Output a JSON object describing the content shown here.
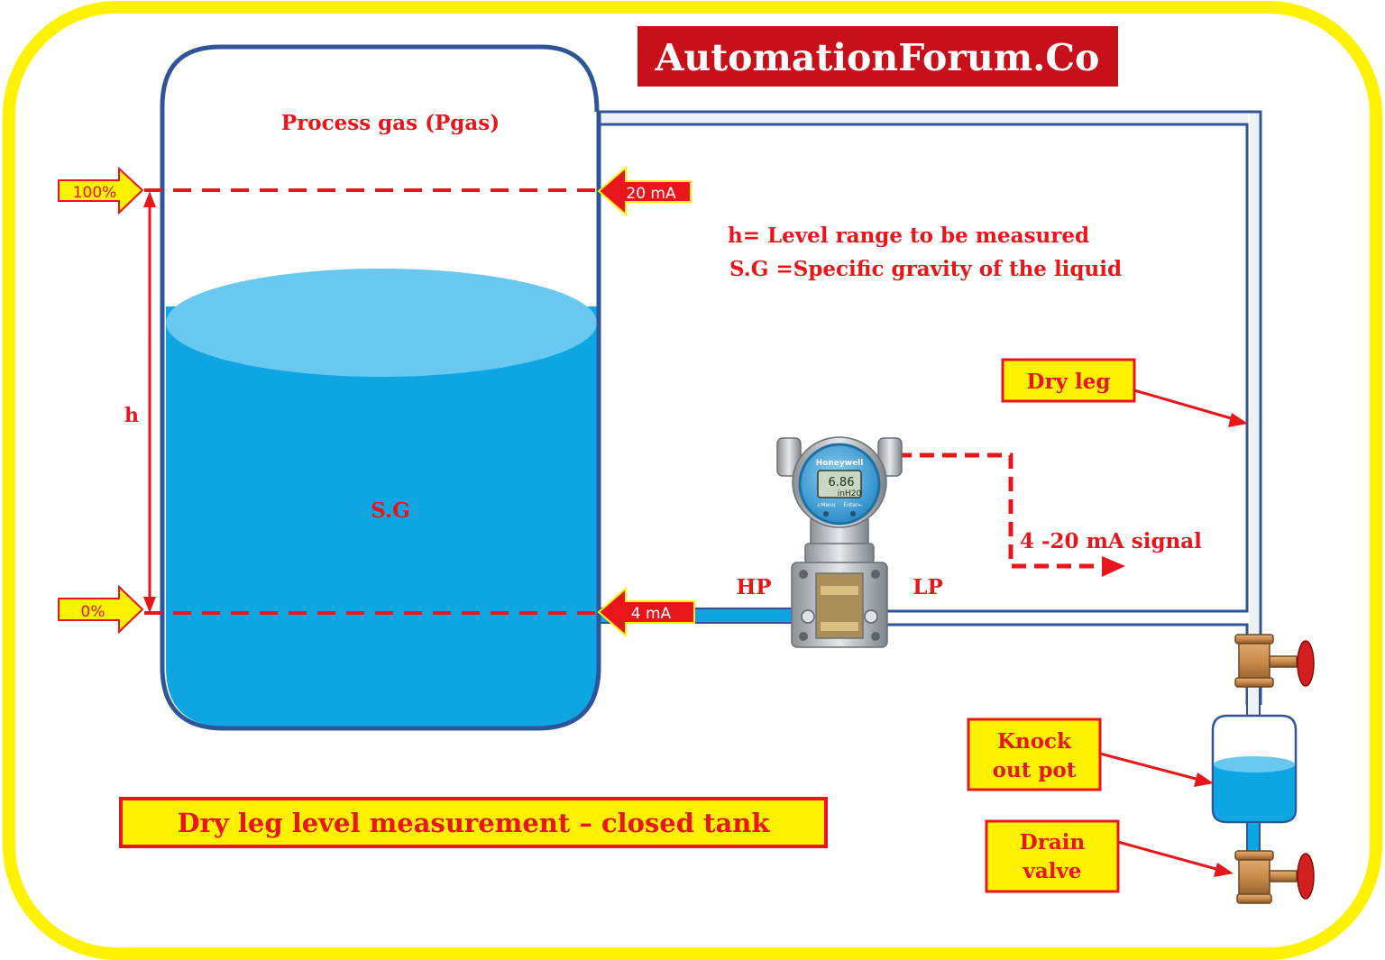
{
  "brand": {
    "text": "AutomationForum.Co",
    "bg_color": "#c8101a",
    "text_color": "#ffffff"
  },
  "title": "Dry leg level measurement – closed tank",
  "tank": {
    "gas_label": "Process gas (Pgas)",
    "liquid_label": "S.G",
    "height_label": "h"
  },
  "markers": {
    "top_percent": "100%",
    "bottom_percent": "0%",
    "top_ma": "20 mA",
    "bottom_ma": "4 mA"
  },
  "legend": {
    "line1": "h= Level range to be measured",
    "line2": "S.G =Specific gravity of the liquid"
  },
  "transmitter": {
    "brand": "Honeywell",
    "display_value": "6.86",
    "display_unit": "inH20",
    "hp_label": "HP",
    "lp_label": "LP",
    "menu_left": "↓Menu",
    "menu_right": "Enter←"
  },
  "signal": {
    "label": "4 -20 mA signal"
  },
  "callouts": {
    "dry_leg": "Dry leg",
    "knock_line1": "Knock",
    "knock_line2": "out pot",
    "drain_line1": "Drain",
    "drain_line2": "valve"
  },
  "colors": {
    "frame_yellow": "#fff200",
    "label_red": "#e8151b",
    "tank_border": "#2f5597",
    "liquid": "#0ea5e3",
    "liquid_top": "#68c8ef"
  }
}
